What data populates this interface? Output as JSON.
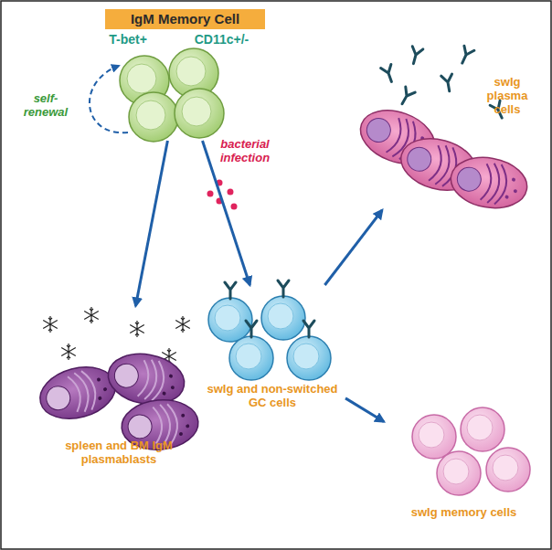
{
  "diagram": {
    "nodes": [
      {
        "text": [
          "IgM Memory Cell",
          "T-bet+",
          "CD11c+/-"
        ]
      },
      {
        "text": [
          "spleen and BM IgM plasmablasts"
        ]
      },
      {
        "text": [
          "swIg and non-switched GC cells"
        ]
      },
      {
        "text": [
          "swIg plasma cells"
        ]
      },
      {
        "text": [
          "swIg memory cells"
        ]
      }
    ],
    "edges": [
      {
        "from": 0,
        "to": 1,
        "arrow": "to"
      },
      {
        "from": 0,
        "to": 2,
        "arrow": "to",
        "label": "bacterial infection"
      },
      {
        "from": 2,
        "to": 3,
        "arrow": "to"
      },
      {
        "from": 2,
        "to": 4,
        "arrow": "to"
      }
    ],
    "labels": [
      "self-renewal"
    ]
  }
}
